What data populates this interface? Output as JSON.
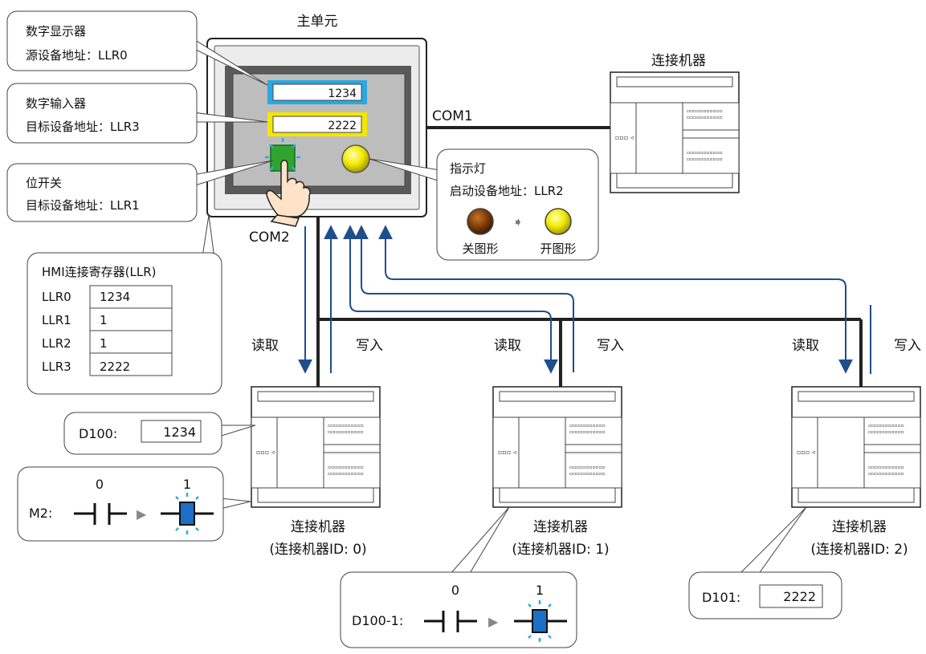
{
  "title": "主单元",
  "callouts": {
    "numeric_display": {
      "name": "数字显示器",
      "address": "源设备地址：LLR0",
      "value": "1234"
    },
    "numeric_input": {
      "name": "数字输入器",
      "address": "目标设备地址：LLR3",
      "value": "2222"
    },
    "bit_switch": {
      "name": "位开关",
      "address": "目标设备地址：LLR1"
    },
    "pilot_lamp": {
      "name": "指示灯",
      "address": "启动设备地址：LLR2",
      "off_label": "关图形",
      "on_label": "开图形"
    }
  },
  "ports": {
    "com1": "COM1",
    "com2": "COM2"
  },
  "top_device_label": "连接机器",
  "llr_table": {
    "title": "HMI连接寄存器(LLR)",
    "rows": [
      {
        "name": "LLR0",
        "value": "1234"
      },
      {
        "name": "LLR1",
        "value": "1"
      },
      {
        "name": "LLR2",
        "value": "1"
      },
      {
        "name": "LLR3",
        "value": "2222"
      }
    ]
  },
  "flow_labels": {
    "read": "读取",
    "write": "写入"
  },
  "devices": [
    {
      "name": "连接机器",
      "id_label": "(连接机器ID: 0)"
    },
    {
      "name": "连接机器",
      "id_label": "(连接机器ID: 1)"
    },
    {
      "name": "连接机器",
      "id_label": "(连接机器ID: 2)"
    }
  ],
  "d100_callout": {
    "label": "D100:",
    "value": "1234"
  },
  "m2_callout": {
    "label": "M2:",
    "state_off": "0",
    "state_on": "1"
  },
  "d100_1_callout": {
    "label": "D100-1:",
    "state_off": "0",
    "state_on": "1"
  },
  "d101_callout": {
    "label": "D101:",
    "value": "2222"
  },
  "colors": {
    "arrow": "#1f4e8c",
    "display_frame": "#29a8e0",
    "input_frame": "#f3e600",
    "lamp_on": "#f2ea00",
    "lamp_off": "#7a3a06",
    "contact_on": "#1b6fc7"
  }
}
